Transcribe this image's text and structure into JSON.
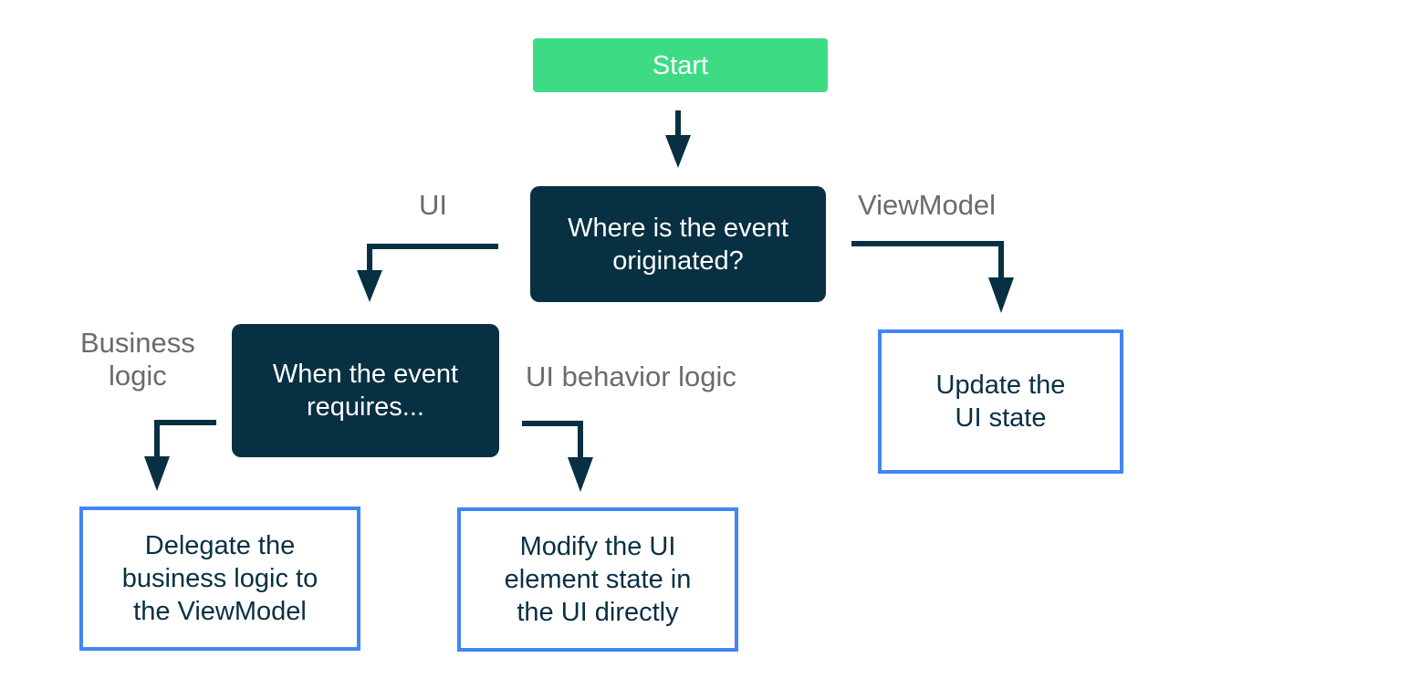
{
  "nodes": {
    "start": "Start",
    "origin_question": "Where is the event\noriginated?",
    "requires_question": "When the event\nrequires...",
    "update_ui_state": "Update the\nUI state",
    "delegate_to_viewmodel": "Delegate the\nbusiness logic to\nthe ViewModel",
    "modify_ui_element": "Modify the UI\nelement state in\nthe UI directly"
  },
  "edge_labels": {
    "ui": "UI",
    "viewmodel": "ViewModel",
    "business_logic": "Business\nlogic",
    "ui_behavior_logic": "UI behavior logic"
  },
  "colors": {
    "start_fill": "#3ddc84",
    "decision_fill": "#073042",
    "action_border": "#4285f4",
    "arrow": "#073042",
    "label_text": "#6b6b6b"
  }
}
